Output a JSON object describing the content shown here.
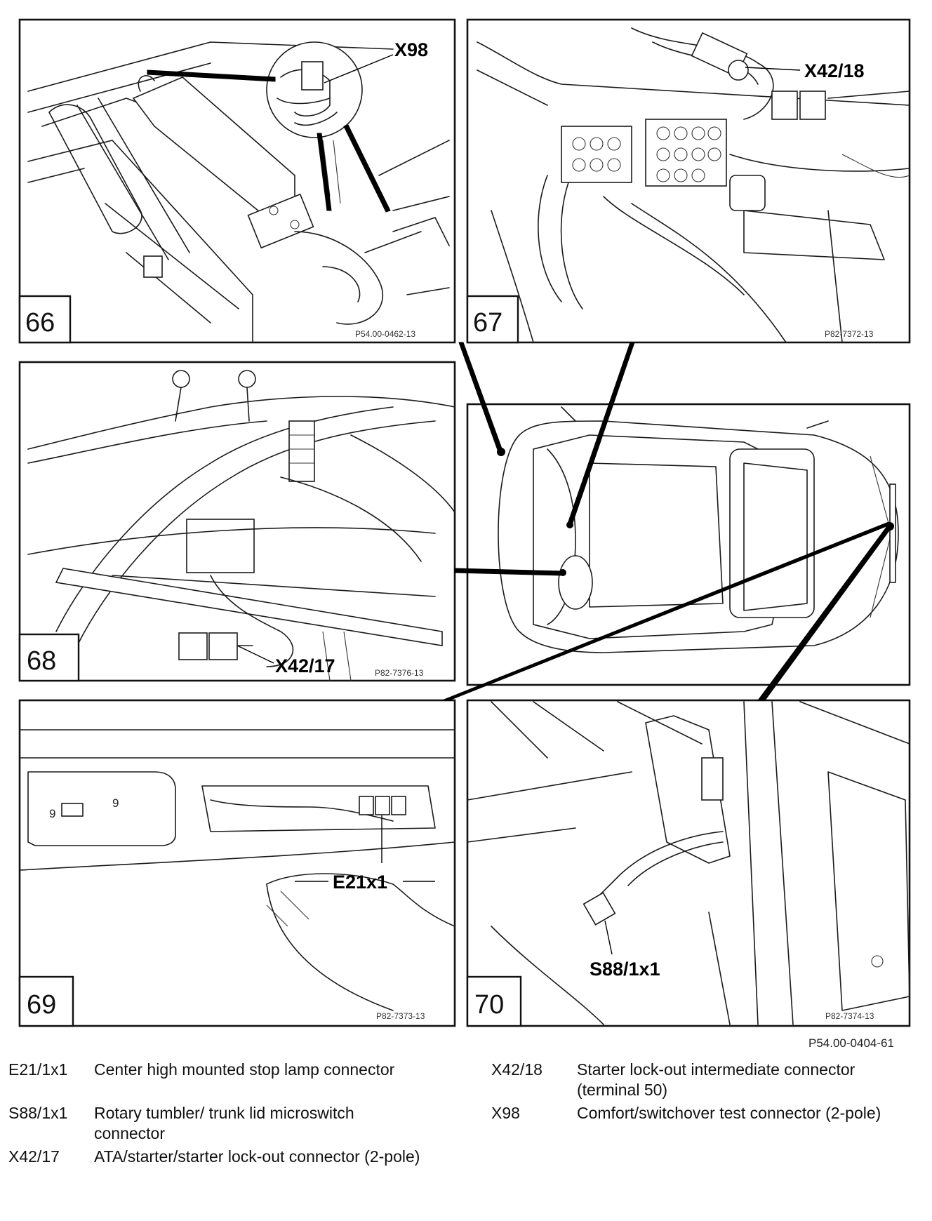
{
  "panels": [
    {
      "number": "66",
      "code": "P54.00-0462-13"
    },
    {
      "number": "67",
      "code": "P82-7372-13"
    },
    {
      "number": "68",
      "code": "P82-7376-13"
    },
    {
      "number": "69",
      "code": "P82-7373-13"
    },
    {
      "number": "70",
      "code": "P82-7374-13"
    }
  ],
  "callouts": {
    "x98": "X98",
    "x42_18": "X42/18",
    "x42_17": "X42/17",
    "e21x1": "E21x1",
    "s88_1x1": "S88/1x1"
  },
  "figure_id": "P54.00-0404-61",
  "legend": [
    {
      "code": "E21/1x1",
      "desc": "Center high mounted stop lamp connector"
    },
    {
      "code": "S88/1x1",
      "desc": "Rotary tumbler/ trunk lid microswitch connector"
    },
    {
      "code": "X42/17",
      "desc": "ATA/starter/starter lock-out connector (2-pole)"
    },
    {
      "code": "X42/18",
      "desc": "Starter lock-out intermediate connector (terminal 50)"
    },
    {
      "code": "X98",
      "desc": "Comfort/switchover test connector (2-pole)"
    }
  ]
}
